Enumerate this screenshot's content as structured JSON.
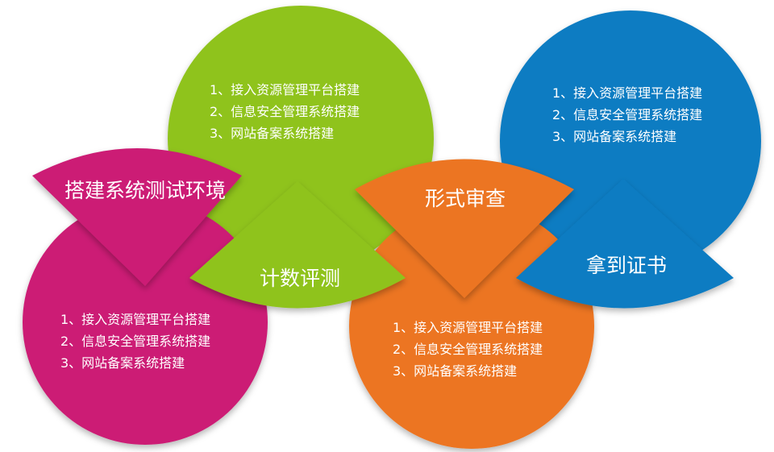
{
  "colors": {
    "green": "#8fc31f",
    "magenta": "#cc1f74",
    "orange": "#ec7420",
    "blue": "#0a7cc2"
  },
  "steps": {
    "setup": {
      "label": "搭建系统测试环境"
    },
    "evaluation": {
      "label": "计数评测"
    },
    "review": {
      "label": "形式审查"
    },
    "certificate": {
      "label": "拿到证书"
    }
  },
  "lists": {
    "green": [
      "1、接入资源管理平台搭建",
      "2、信息安全管理系统搭建",
      "3、网站备案系统搭建"
    ],
    "blue": [
      "1、接入资源管理平台搭建",
      "2、信息安全管理系统搭建",
      "3、网站备案系统搭建"
    ],
    "magenta": [
      "1、接入资源管理平台搭建",
      "2、信息安全管理系统搭建",
      "3、网站备案系统搭建"
    ],
    "orange": [
      "1、接入资源管理平台搭建",
      "2、信息安全管理系统搭建",
      "3、网站备案系统搭建"
    ]
  }
}
